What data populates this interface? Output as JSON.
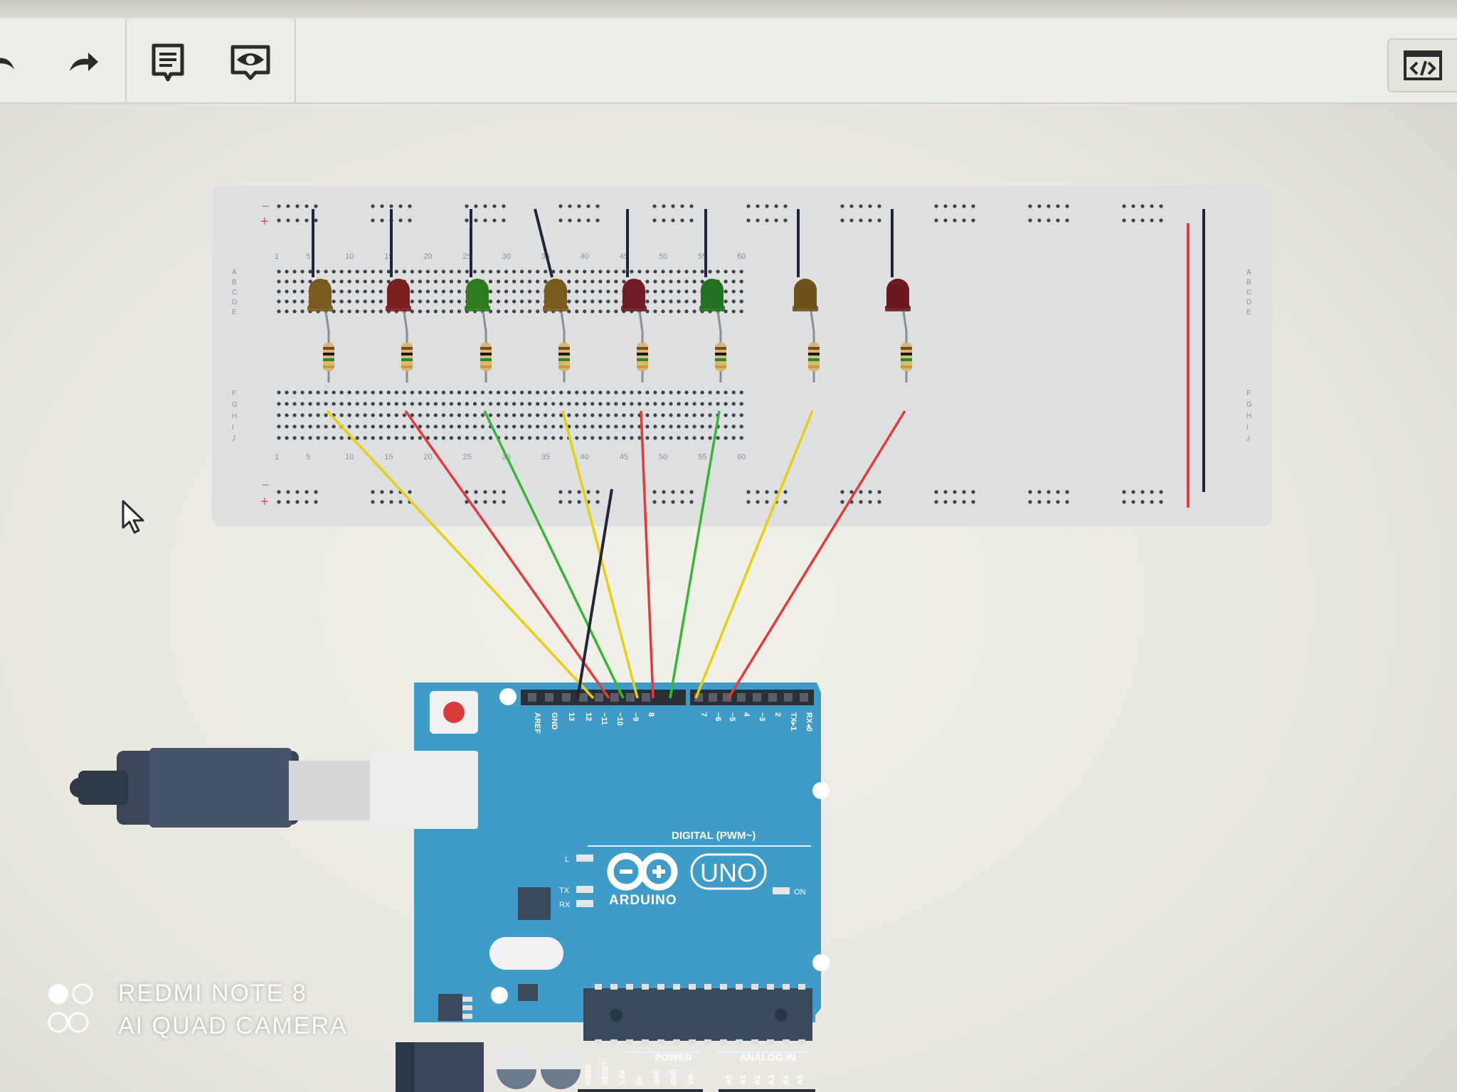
{
  "toolbar": {
    "buttons": [
      {
        "name": "undo",
        "icon": "undo-icon"
      },
      {
        "name": "redo",
        "icon": "redo-icon"
      },
      {
        "name": "notes",
        "icon": "notes-icon"
      },
      {
        "name": "visibility",
        "icon": "eye-icon"
      }
    ],
    "code_toggle_icon": "code-icon"
  },
  "breadboard": {
    "column_numbers": [
      "1",
      "5",
      "10",
      "15",
      "20",
      "25",
      "30",
      "35",
      "40",
      "45",
      "50",
      "55",
      "60"
    ],
    "row_letters_top": [
      "A",
      "B",
      "C",
      "D",
      "E"
    ],
    "row_letters_bottom": [
      "F",
      "G",
      "H",
      "I",
      "J"
    ],
    "rail_plus": "+",
    "rail_minus": "−"
  },
  "leds": [
    {
      "color": "#7a5a1e",
      "wire": "#e6cf10"
    },
    {
      "color": "#7a1f1f",
      "wire": "#e23b3b"
    },
    {
      "color": "#2e7a1e",
      "wire": "#3ab53a"
    },
    {
      "color": "#7a5a1e",
      "wire": "#e6cf10"
    },
    {
      "color": "#6e1c26",
      "wire": "#e23b3b"
    },
    {
      "color": "#22721f",
      "wire": "#3ab53a"
    },
    {
      "color": "#6e521c",
      "wire": "#e6cf10"
    },
    {
      "color": "#6a1a1e",
      "wire": "#e23b3b"
    }
  ],
  "arduino": {
    "brand": "ARDUINO",
    "model": "UNO",
    "digital_label": "DIGITAL (PWM~)",
    "digital_pins": [
      "AREF",
      "GND",
      "13",
      "12",
      "~11",
      "~10",
      "~9",
      "8",
      "7",
      "~6",
      "~5",
      "4",
      "~3",
      "2",
      "TX▸1",
      "RX◂0"
    ],
    "power_label": "POWER",
    "power_pins": [
      "IOREF",
      "RESET",
      "3.3V",
      "5V",
      "GND",
      "GND",
      "Vin"
    ],
    "analog_label": "ANALOG IN",
    "analog_pins": [
      "A0",
      "A1",
      "A2",
      "A3",
      "A4",
      "A5"
    ],
    "led_labels": [
      "L",
      "TX",
      "RX",
      "ON"
    ],
    "board_color": "#3f9cc9"
  },
  "watermark": {
    "line1": "REDMI NOTE 8",
    "line2": "AI QUAD CAMERA"
  }
}
